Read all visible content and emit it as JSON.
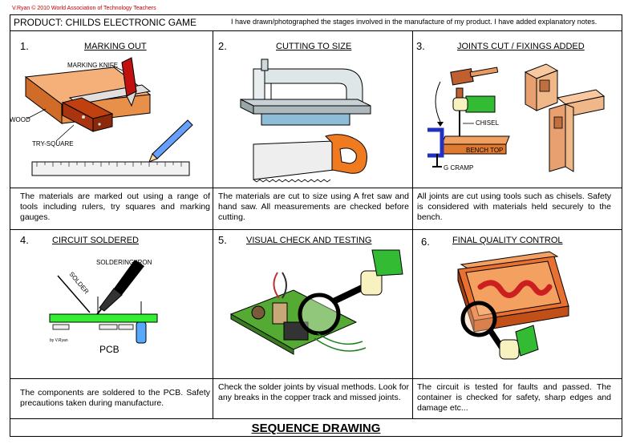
{
  "header": {
    "copyright": "V.Ryan © 2010 World Association of Technology Teachers",
    "product": "PRODUCT: CHILDS ELECTRONIC GAME",
    "note": "I have drawn/photographed the stages involved in the manufacture of my product. I have added explanatory notes."
  },
  "panels": [
    {
      "number": "1.",
      "title": "MARKING OUT",
      "description": "The materials are marked out using a range of tools including rulers, try squares and marking gauges.",
      "labels": {
        "knife": "MARKING KNIFE",
        "wood": "WOOD",
        "square": "TRY-SQUARE"
      }
    },
    {
      "number": "2.",
      "title": "CUTTING TO SIZE",
      "description": "The materials are cut to size using A fret saw and hand saw. All measurements are checked before cutting."
    },
    {
      "number": "3.",
      "title": "JOINTS CUT / FIXINGS ADDED",
      "description": "All joints are cut using tools such as chisels. Safety is considered with materials held securely to the bench.",
      "labels": {
        "chisel": "CHISEL",
        "bench": "BENCH TOP",
        "clamp": "G CRAMP"
      }
    },
    {
      "number": "4.",
      "title": "CIRCUIT SOLDERED",
      "description": "The components are soldered to the PCB. Safety precautions taken during manufacture.",
      "labels": {
        "iron": "SOLDERING IRON",
        "solder": "SOLDER",
        "pcb": "PCB",
        "author": "by V.Ryan"
      }
    },
    {
      "number": "5.",
      "title": "VISUAL CHECK AND TESTING",
      "description": "Check the solder joints by visual methods. Look for any breaks in the copper track and missed joints."
    },
    {
      "number": "6.",
      "title": "FINAL QUALITY CONTROL",
      "description": "The circuit is tested for faults and passed. The container is checked for safety, sharp edges and damage etc..."
    }
  ],
  "footer": {
    "title": "SEQUENCE DRAWING"
  },
  "colors": {
    "wood": "#f0a060",
    "woodDark": "#c05018",
    "green": "#33cc33",
    "orange": "#f07a20"
  }
}
